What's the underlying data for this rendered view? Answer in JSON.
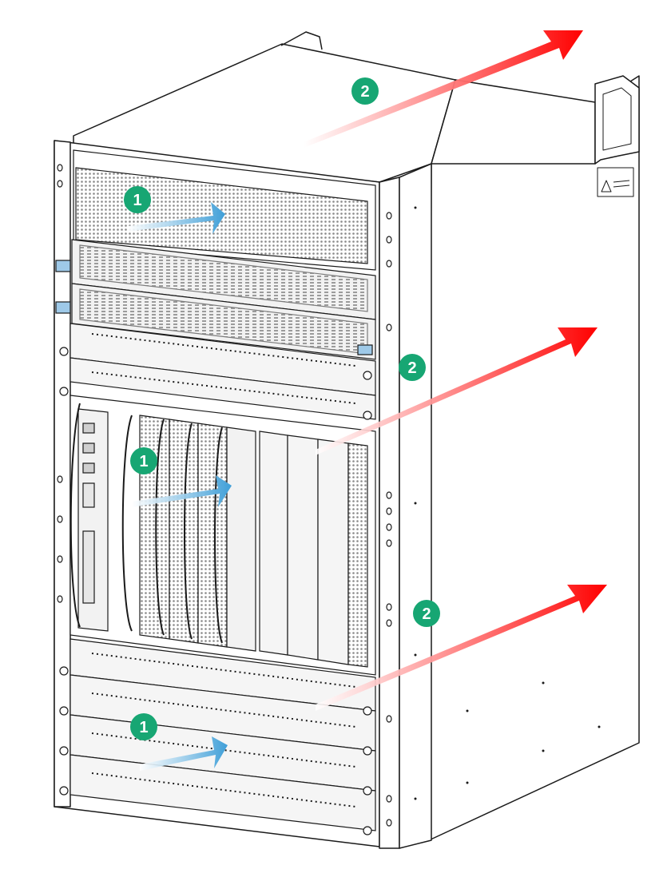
{
  "figure": {
    "colors": {
      "intake_arrow": "#3f9fd8",
      "exhaust_arrow": "#ff0000",
      "badge": "#17a673",
      "chassis_line": "#1a1a1a",
      "chassis_fill": "#ffffff",
      "panel_fill": "#f2f2f2",
      "mesh_fill": "#d9d9d9"
    },
    "callouts": [
      {
        "label": "1",
        "meaning": "intake"
      },
      {
        "label": "2",
        "meaning": "exhaust"
      },
      {
        "label": "1",
        "meaning": "intake"
      },
      {
        "label": "2",
        "meaning": "exhaust"
      },
      {
        "label": "1",
        "meaning": "intake"
      },
      {
        "label": "2",
        "meaning": "exhaust"
      }
    ]
  }
}
